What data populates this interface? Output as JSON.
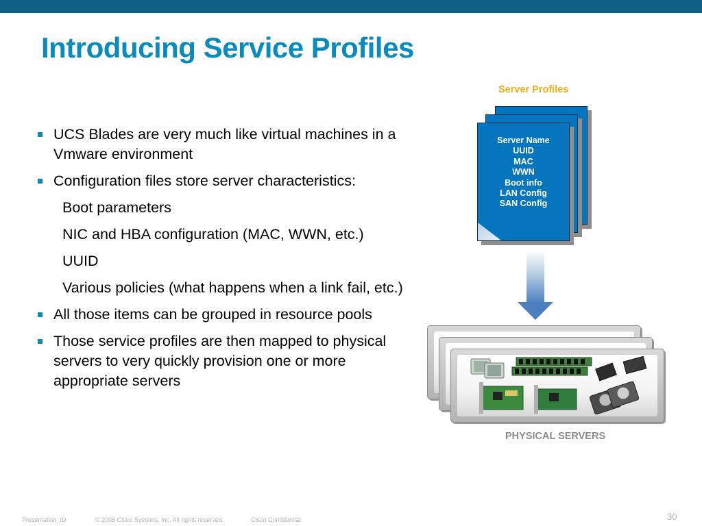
{
  "slide": {
    "title": "Introducing Service Profiles",
    "bullets": [
      {
        "level": 1,
        "text": "UCS Blades are very much like virtual machines in a Vmware environment"
      },
      {
        "level": 1,
        "text": "Configuration files store server characteristics:"
      },
      {
        "level": 2,
        "text": "Boot parameters"
      },
      {
        "level": 2,
        "text": "NIC and HBA configuration (MAC, WWN, etc.)"
      },
      {
        "level": 2,
        "text": "UUID"
      },
      {
        "level": 2,
        "text": "Various policies (what happens when a link fail, etc.)"
      },
      {
        "level": 1,
        "text": "All those items can be grouped in resource pools"
      },
      {
        "level": 1,
        "text": "Those service profiles are then mapped to physical servers to very quickly provision one or more appropriate servers"
      }
    ]
  },
  "diagram": {
    "server_profiles_label": "Server Profiles",
    "profile_fields": [
      "Server Name",
      "UUID",
      "MAC",
      "WWN",
      "Boot info",
      "LAN Config",
      "SAN Config"
    ],
    "physical_servers_label": "PHYSICAL SERVERS"
  },
  "footer": {
    "presentation_id": "Presentation_ID",
    "copyright": "© 2006 Cisco Systems, Inc. All rights reserved.",
    "confidential": "Cisco Confidential",
    "page_number": "30"
  },
  "colors": {
    "top_bar": "#0f5f86",
    "title": "#0a8bbd",
    "bullet_square": "#0a8bbd",
    "profile_doc": "#0575be",
    "server_profiles_label": "#f0ae15",
    "physical_servers_label": "#8c8c8c",
    "arrow": "#4d7fc0"
  }
}
